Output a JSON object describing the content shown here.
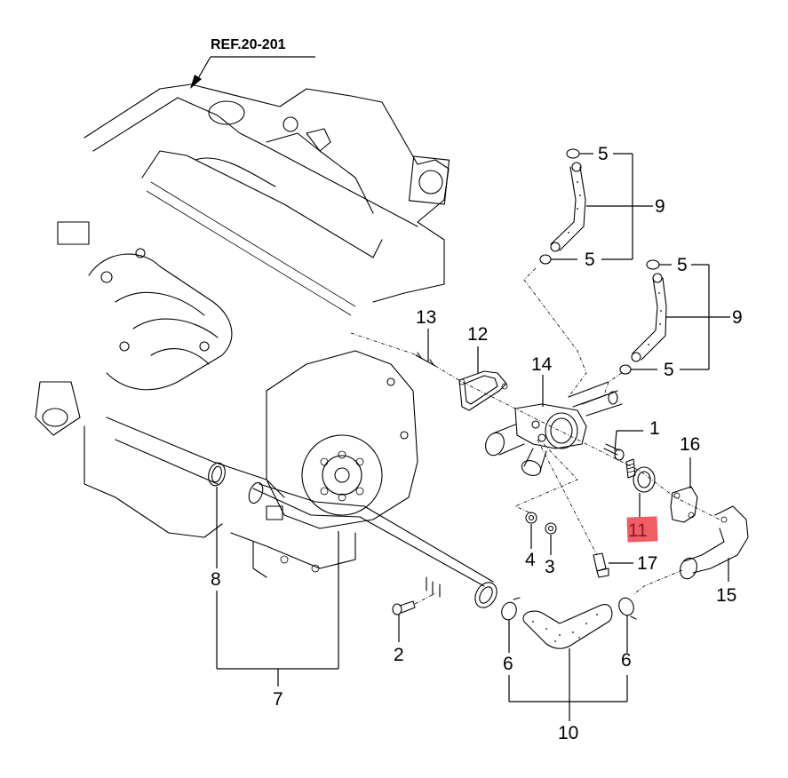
{
  "diagram": {
    "title": "Engine cooling water pipe & thermostat assembly — exploded parts view",
    "reference": "REF.20-201",
    "highlight_color": "#f0545c",
    "highlighted_part": "11",
    "callouts": [
      {
        "id": "c1",
        "label": "1"
      },
      {
        "id": "c2",
        "label": "2"
      },
      {
        "id": "c3",
        "label": "3"
      },
      {
        "id": "c4",
        "label": "4"
      },
      {
        "id": "c5a",
        "label": "5"
      },
      {
        "id": "c5b",
        "label": "5"
      },
      {
        "id": "c5c",
        "label": "5"
      },
      {
        "id": "c5d",
        "label": "5"
      },
      {
        "id": "c6a",
        "label": "6"
      },
      {
        "id": "c6b",
        "label": "6"
      },
      {
        "id": "c7",
        "label": "7"
      },
      {
        "id": "c8",
        "label": "8"
      },
      {
        "id": "c9a",
        "label": "9"
      },
      {
        "id": "c9b",
        "label": "9"
      },
      {
        "id": "c10",
        "label": "10"
      },
      {
        "id": "c11",
        "label": "11"
      },
      {
        "id": "c12",
        "label": "12"
      },
      {
        "id": "c13",
        "label": "13"
      },
      {
        "id": "c14",
        "label": "14"
      },
      {
        "id": "c15",
        "label": "15"
      },
      {
        "id": "c16",
        "label": "16"
      },
      {
        "id": "c17",
        "label": "17"
      }
    ],
    "parts": [
      {
        "name": "engine-block-assembly"
      },
      {
        "name": "bolt",
        "callout": "1"
      },
      {
        "name": "bolt",
        "callout": "2"
      },
      {
        "name": "nut",
        "callout": "3"
      },
      {
        "name": "nut",
        "callout": "4"
      },
      {
        "name": "hose-clamp",
        "callout": "5"
      },
      {
        "name": "hose-clamp",
        "callout": "6"
      },
      {
        "name": "water-inlet-pipe",
        "callout": "7"
      },
      {
        "name": "o-ring",
        "callout": "8"
      },
      {
        "name": "bypass-hose",
        "callout": "9"
      },
      {
        "name": "radiator-hose",
        "callout": "10"
      },
      {
        "name": "thermostat",
        "callout": "11"
      },
      {
        "name": "gasket",
        "callout": "12"
      },
      {
        "name": "stud",
        "callout": "13"
      },
      {
        "name": "thermostat-housing",
        "callout": "14"
      },
      {
        "name": "water-inlet-fitting",
        "callout": "15"
      },
      {
        "name": "gasket",
        "callout": "16"
      },
      {
        "name": "temperature-sensor",
        "callout": "17"
      }
    ]
  }
}
